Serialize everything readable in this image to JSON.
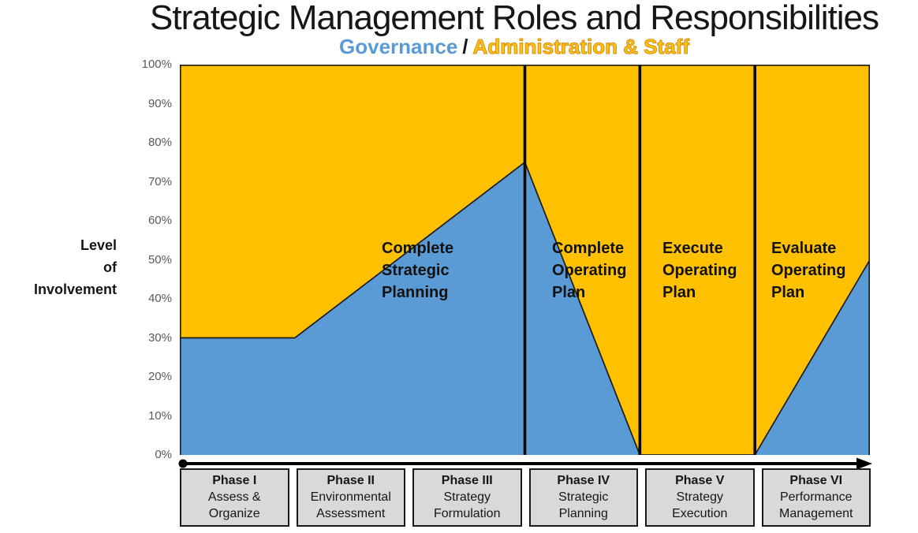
{
  "header": {
    "title": "Strategic Management Roles and Responsibilities",
    "subtitle": {
      "governance": "Governance",
      "separator": "/",
      "admin_staff": "Administration & Staff"
    }
  },
  "y_axis": {
    "label": "Level\nof\nInvolvement"
  },
  "chart_data": {
    "type": "area",
    "title": "Strategic Management Roles and Responsibilities",
    "subtitle": "Governance / Administration & Staff",
    "ylabel": "Level of Involvement",
    "ylim": [
      0,
      100
    ],
    "grid": false,
    "y_ticks": [
      "100%",
      "90%",
      "80%",
      "70%",
      "60%",
      "50%",
      "40%",
      "30%",
      "20%",
      "10%",
      "0%"
    ],
    "phases_total": 6,
    "series": [
      {
        "name": "Governance",
        "color": "#5B9BD5",
        "points": [
          {
            "x": 0,
            "y": 30
          },
          {
            "x": 1,
            "y": 30
          },
          {
            "x": 3,
            "y": 75
          },
          {
            "x": 4,
            "y": 0
          },
          {
            "x": 5,
            "y": 0
          },
          {
            "x": 6,
            "y": 50
          }
        ]
      },
      {
        "name": "Administration & Staff",
        "color": "#FFC000",
        "note": "fills remainder of each column up to 100%"
      }
    ],
    "separators_at_phase": [
      3,
      4,
      5
    ],
    "annotations": [
      {
        "text": "Complete\nStrategic\nPlanning"
      },
      {
        "text": "Complete\nOperating\nPlan"
      },
      {
        "text": "Execute\nOperating\nPlan"
      },
      {
        "text": "Evaluate\nOperating\nPlan"
      }
    ]
  },
  "phases": [
    {
      "title": "Phase I",
      "subtitle": "Assess &\nOrganize"
    },
    {
      "title": "Phase II",
      "subtitle": "Environmental\nAssessment"
    },
    {
      "title": "Phase III",
      "subtitle": "Strategy\nFormulation"
    },
    {
      "title": "Phase IV",
      "subtitle": "Strategic\nPlanning"
    },
    {
      "title": "Phase V",
      "subtitle": "Strategy\nExecution"
    },
    {
      "title": "Phase VI",
      "subtitle": "Performance\nManagement"
    }
  ],
  "colors": {
    "governance_blue": "#5B9BD5",
    "admin_gold": "#FFC000",
    "phase_box_gray": "#D9D9D9",
    "tick_gray": "#595959",
    "line_black": "#1a1a1a"
  }
}
